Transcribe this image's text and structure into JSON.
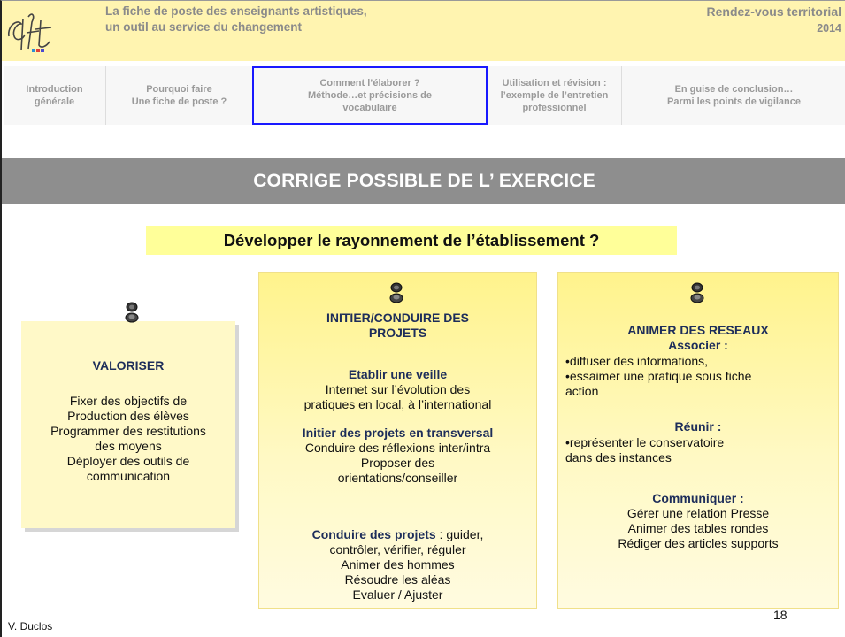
{
  "header": {
    "title_line1": "La fiche de poste des enseignants artistiques,",
    "title_line2": "un outil au service du changement",
    "right_line1": "Rendez-vous territorial",
    "right_line2": "2014"
  },
  "nav": {
    "tabs": [
      {
        "line1": "Introduction",
        "line2": "générale",
        "line3": ""
      },
      {
        "line1": "Pourquoi faire",
        "line2": "Une fiche de poste ?",
        "line3": ""
      },
      {
        "line1": "Comment l’élaborer ?",
        "line2": "Méthode…et précisions de",
        "line3": "vocabulaire"
      },
      {
        "line1": "Utilisation et révision :",
        "line2": "l’exemple de l’entretien",
        "line3": "professionnel"
      },
      {
        "line1": "En guise de conclusion…",
        "line2": "Parmi les points de vigilance",
        "line3": ""
      }
    ],
    "active_index": 2,
    "active_color": "#1919ff"
  },
  "banner": {
    "title": "CORRIGE POSSIBLE DE L’ EXERCICE"
  },
  "question": "Développer le rayonnement de l’établissement ?",
  "cards": {
    "left": {
      "heading": "VALORISER",
      "lines": [
        "Fixer des objectifs de",
        "Production des élèves",
        "Programmer des restitutions",
        "des moyens",
        "Déployer des outils de",
        "communication"
      ]
    },
    "mid": {
      "heading_line1": "INITIER/CONDUIRE DES",
      "heading_line2": "PROJETS",
      "s1_title": "Etablir une veille",
      "s1_line1": "Internet sur l’évolution des",
      "s1_line2": "pratiques en local, à l’international",
      "s2_title": "Initier des projets en transversal",
      "s2_line1": "Conduire des réflexions inter/intra",
      "s2_line2": "Proposer des",
      "s2_line3": "orientations/conseiller",
      "s3_title": "Conduire des projets",
      "s3_rest": " : guider,",
      "s3_line1": "contrôler, vérifier, réguler",
      "s3_line2": "Animer des hommes",
      "s3_line3": "Résoudre les aléas",
      "s3_line4": "Evaluer / Ajuster"
    },
    "right": {
      "heading": "ANIMER DES RESEAUX",
      "a_title": "Associer :",
      "a_line1": "•diffuser des informations,",
      "a_line2": "•essaimer une pratique sous fiche",
      "a_line3": "action",
      "r_title": "Réunir :",
      "r_line1": "•représenter le conservatoire",
      "r_line2": "dans des instances",
      "c_title": "Communiquer :",
      "c_line1": "Gérer une relation Presse",
      "c_line2": "Animer des tables rondes",
      "c_line3": "Rédiger des articles supports"
    }
  },
  "footer": {
    "author": "V. Duclos",
    "page": "18"
  },
  "colors": {
    "header_bg": "#fff4b0",
    "banner_bg": "#8e8e8e",
    "question_bg": "#ffff99",
    "card_bg": "#fff9c4",
    "heading_navy": "#1d2d5a"
  },
  "icons": {
    "logo": "cnfpt-logo",
    "pin": "pushpin-icon"
  }
}
